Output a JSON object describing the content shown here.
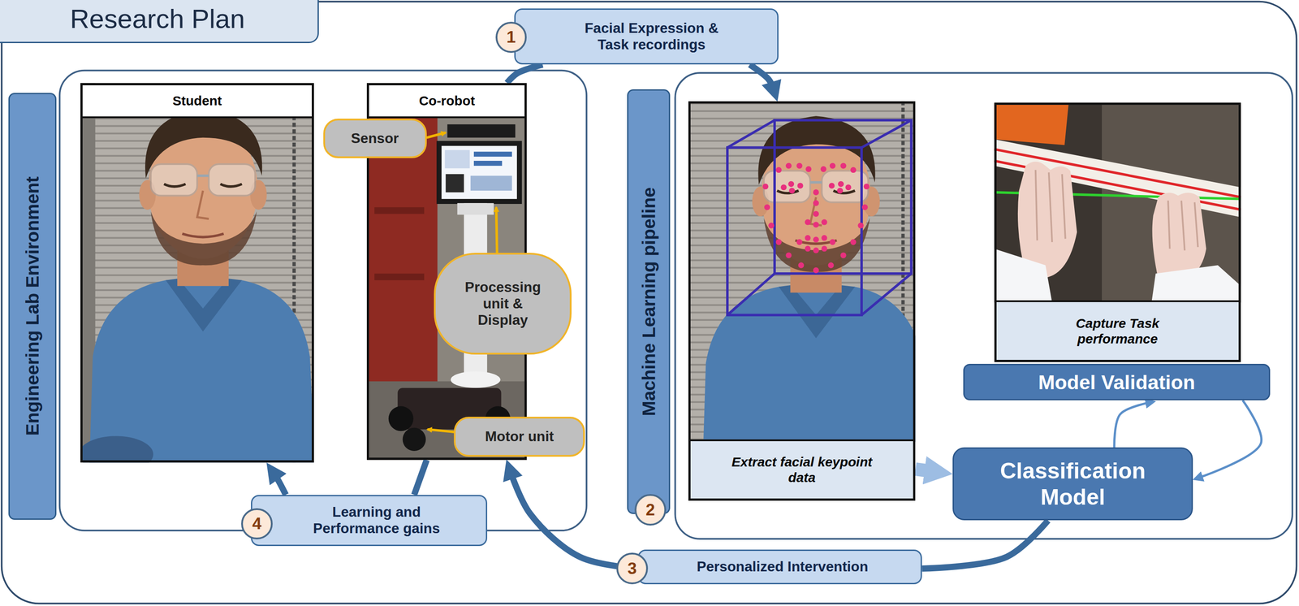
{
  "diagram": {
    "title": "Research Plan",
    "nodes": [
      {
        "text": [
          "Engineering Lab Environment"
        ]
      },
      {
        "text": [
          "Student"
        ]
      },
      {
        "text": [
          "Co-robot"
        ]
      },
      {
        "text": [
          "Sensor"
        ]
      },
      {
        "text": [
          "Processing unit & Display"
        ]
      },
      {
        "text": [
          "Motor unit"
        ]
      },
      {
        "text": [
          "Facial Expression & Task recordings"
        ]
      },
      {
        "text": [
          "Machine Learning pipeline"
        ]
      },
      {
        "text": [
          "Extract facial keypoint data"
        ]
      },
      {
        "text": [
          "Capture Task performance"
        ]
      },
      {
        "text": [
          "Model Validation"
        ]
      },
      {
        "text": [
          "Classification Model"
        ]
      },
      {
        "text": [
          "Learning and Performance gains"
        ]
      },
      {
        "text": [
          "Personalized Intervention"
        ]
      }
    ],
    "edges": [
      {
        "from": 2,
        "to": 6,
        "arrow": "none"
      },
      {
        "from": 6,
        "to": 8,
        "arrow": "to"
      },
      {
        "from": 8,
        "to": 11,
        "arrow": "to"
      },
      {
        "from": 11,
        "to": 10,
        "arrow": "to"
      },
      {
        "from": 10,
        "to": 11,
        "arrow": "to"
      },
      {
        "from": 11,
        "to": 13,
        "arrow": "none"
      },
      {
        "from": 13,
        "to": 2,
        "arrow": "to"
      },
      {
        "from": 2,
        "to": 12,
        "arrow": "none"
      },
      {
        "from": 12,
        "to": 1,
        "arrow": "to"
      }
    ],
    "labels": [
      "1",
      "2",
      "3",
      "4"
    ]
  }
}
